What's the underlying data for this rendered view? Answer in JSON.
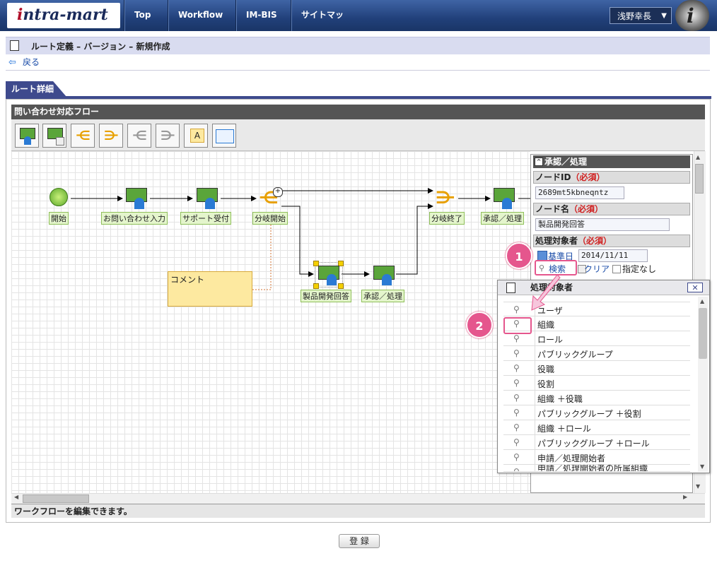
{
  "header": {
    "logo_text_a": "i",
    "logo_text_b": "ntra-mart",
    "nav": [
      "Top ▾",
      "Workflow ▾",
      "IM-BIS ▾",
      "サイトマップ"
    ],
    "user": "浅野幸長",
    "avatar_text": "i"
  },
  "page": {
    "title": "ルート定義 – バージョン – 新規作成",
    "back": "戻る",
    "tab": "ルート詳細",
    "register": "登 録"
  },
  "designer": {
    "title": "問い合わせ対応フロー",
    "status": "ワークフローを編集できます。",
    "nodes": {
      "start": "開始",
      "input": "お問い合わせ入力",
      "support": "サポート受付",
      "branch_start": "分岐開始",
      "branch_end": "分岐終了",
      "approve1": "承認／処理",
      "answer": "製品開発回答",
      "approve2": "承認／処理"
    },
    "comment": "コメント",
    "comment_marker": "A"
  },
  "props": {
    "section": "承認／処理",
    "node_id_label": "ノードID",
    "node_id_value": "2689mt5kbneqntz",
    "node_name_label": "ノード名",
    "node_name_value": "製品開発回答",
    "target_label": "処理対象者",
    "required": "（必須）",
    "base_date_label": "基準日",
    "base_date_value": "2014/11/11",
    "search": "検索",
    "clear": "クリア",
    "none": "指定なし"
  },
  "popup": {
    "title": "処理対象者",
    "close": "✕",
    "items": [
      "ユーザ",
      "組織",
      "ロール",
      "パブリックグループ",
      "役職",
      "役割",
      "組織 ＋役職",
      "パブリックグループ ＋役割",
      "組織 ＋ロール",
      "パブリックグループ ＋ロール",
      "申請／処理開始者",
      "申請／処理開始者の所属組織"
    ]
  },
  "badges": [
    "1",
    "2"
  ],
  "colors": {
    "accent": "#3e4a8d",
    "badge": "#e5568d",
    "nav": "#21407a"
  }
}
